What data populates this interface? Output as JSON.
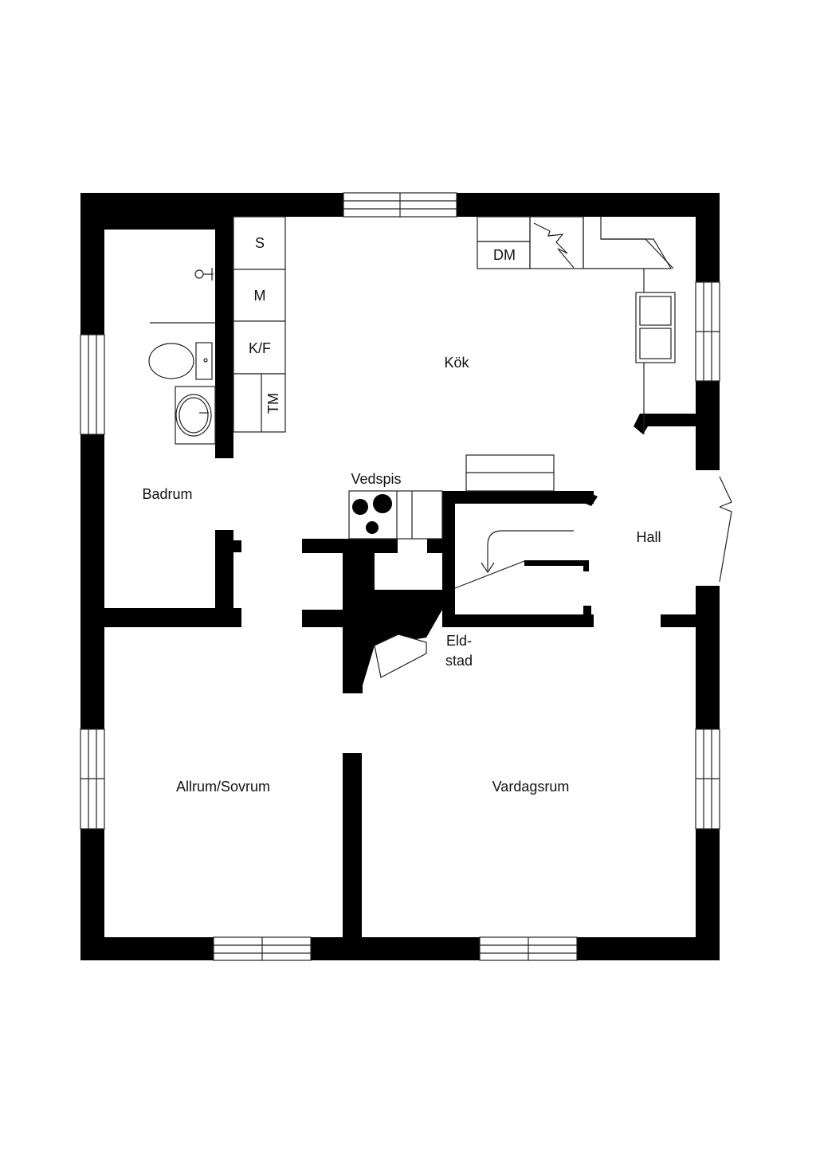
{
  "rooms": {
    "kok": "Kök",
    "badrum": "Badrum",
    "hall": "Hall",
    "allrum": "Allrum/Sovrum",
    "vardagsrum": "Vardagsrum"
  },
  "fixtures": {
    "vedspis": "Vedspis",
    "eldstad_line1": "Eld-",
    "eldstad_line2": "stad",
    "cabinet_s": "S",
    "cabinet_m": "M",
    "cabinet_kf": "K/F",
    "cabinet_tm": "TM",
    "dishwasher": "DM"
  },
  "colors": {
    "wall": "#000000",
    "line": "#222222",
    "background": "#ffffff"
  }
}
